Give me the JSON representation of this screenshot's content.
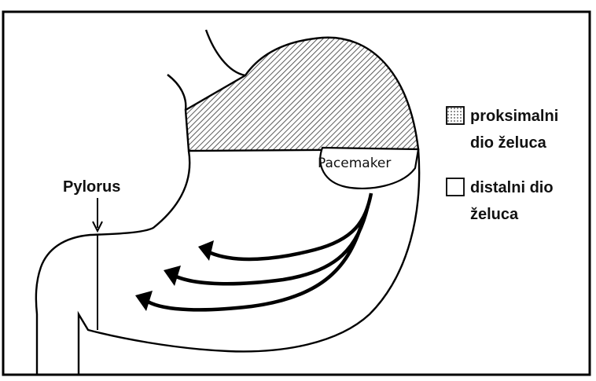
{
  "labels": {
    "pylorus": "Pylorus",
    "pacemaker": "Pacemaker"
  },
  "legend": {
    "proximal_line1": "proksimalni",
    "proximal_line2": "dio želuca",
    "distal_line1": "distalni dio",
    "distal_line2": "želuca"
  },
  "colors": {
    "stroke": "#000000",
    "hatch": "#333333",
    "background": "#ffffff"
  }
}
